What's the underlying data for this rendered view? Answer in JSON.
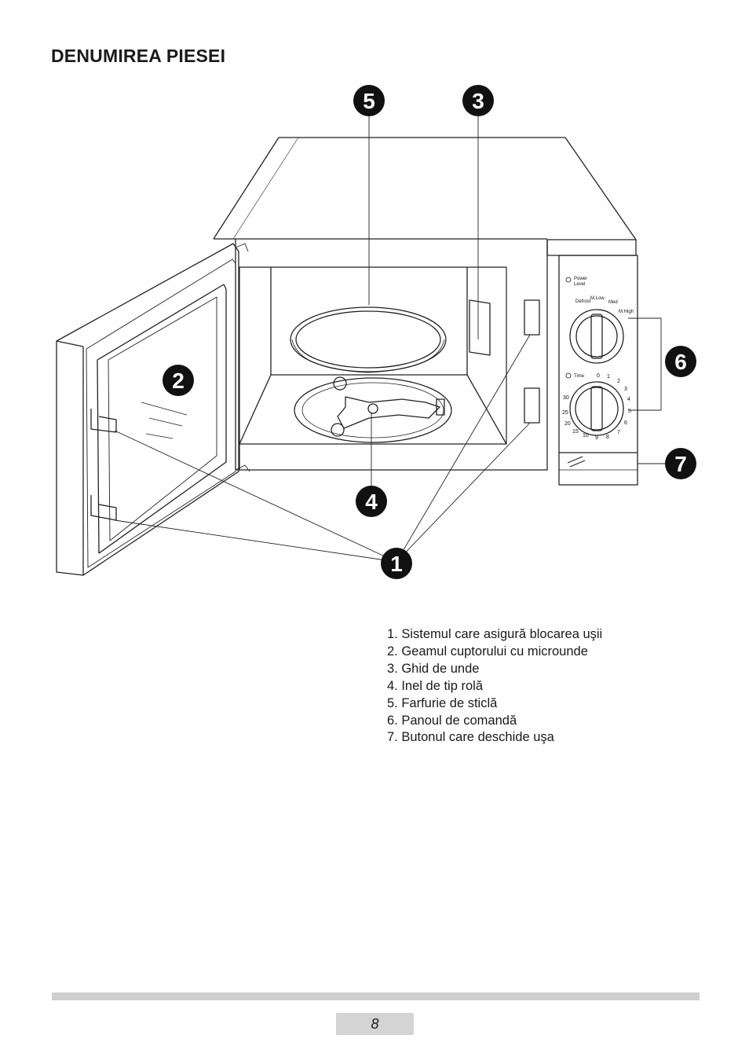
{
  "heading": "DENUMIREA PIESEI",
  "diagram": {
    "markers": [
      "1",
      "2",
      "3",
      "4",
      "5",
      "6",
      "7"
    ],
    "panel_labels": {
      "power": "Power",
      "level": "Level",
      "defrost": "Defrost",
      "m_low": "M.Low",
      "med": "Med",
      "m_high": "M.High",
      "time": "Time"
    },
    "timer_numbers": [
      "0",
      "1",
      "2",
      "3",
      "4",
      "5",
      "6",
      "7",
      "8",
      "9",
      "10",
      "15",
      "20",
      "25",
      "30"
    ]
  },
  "legend": [
    "1. Sistemul care asigură blocarea uşii",
    "2. Geamul cuptorului cu microunde",
    "3. Ghid de unde",
    "4. Inel de tip rolă",
    "5. Farfurie de sticlă",
    "6. Panoul de comandă",
    "7. Butonul care deschide uşa"
  ],
  "page_number": "8"
}
